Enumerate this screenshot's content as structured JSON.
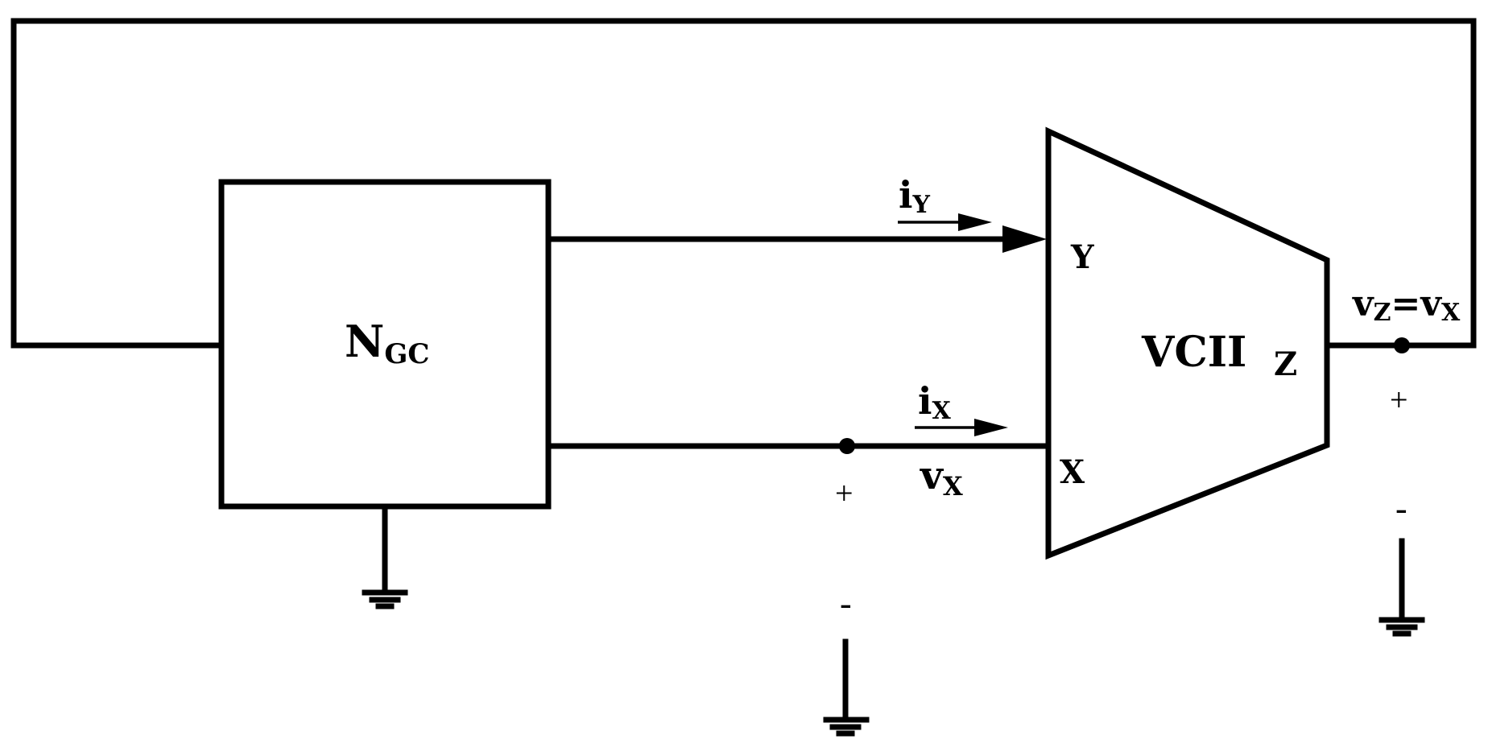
{
  "diagram": {
    "block_ngc": {
      "main": "N",
      "sub": "GC"
    },
    "block_vcii": {
      "label": "VCII"
    },
    "ports": {
      "y": "Y",
      "x": "X",
      "z": "Z"
    },
    "current_iy": {
      "main": "i",
      "sub": "Y"
    },
    "current_ix": {
      "main": "i",
      "sub": "X"
    },
    "voltage_vx": {
      "main": "v",
      "sub": "X"
    },
    "output_eq": {
      "v1": "v",
      "sub1": "Z",
      "eq": "=",
      "v2": "v",
      "sub2": "X"
    },
    "signs": {
      "x_plus": "+",
      "x_minus": "-",
      "z_plus": "+",
      "z_minus": "-"
    }
  }
}
